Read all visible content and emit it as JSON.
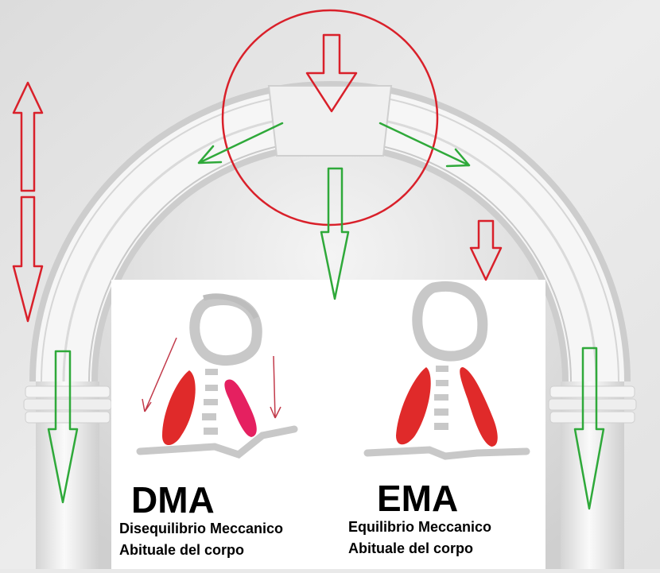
{
  "left_panel": {
    "title": "DMA",
    "line1": "Disequilibrio Meccanico",
    "line2": "Abituale del corpo"
  },
  "right_panel": {
    "title": "EMA",
    "line1": "Equilibrio Meccanico",
    "line2": "Abituale del corpo"
  },
  "colors": {
    "force_red": "#d9202a",
    "force_green": "#2fa93a",
    "muscle_red": "#e02a2a",
    "muscle_pink": "#e52060",
    "skeleton_gray": "#c8c8c8"
  }
}
